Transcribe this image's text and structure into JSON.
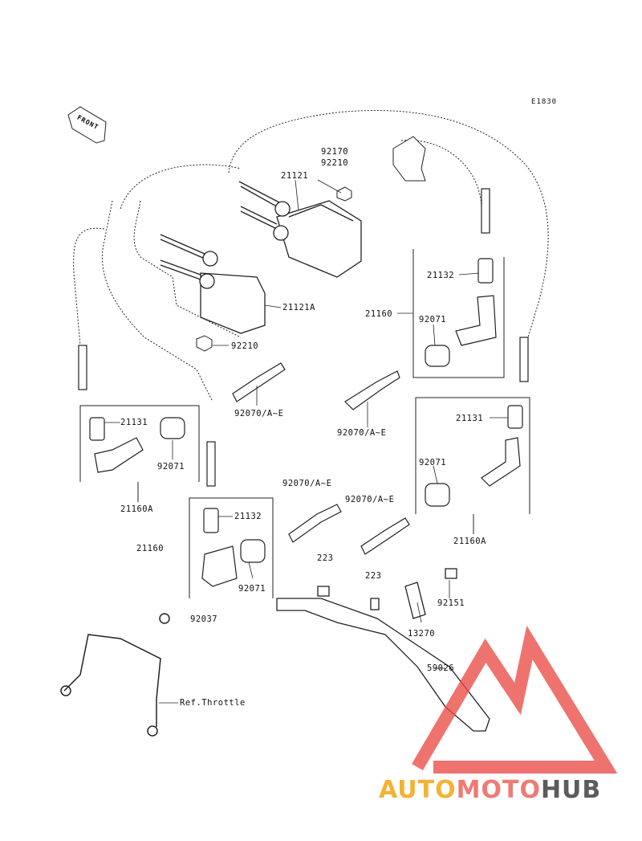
{
  "diagram_code": "E1830",
  "front_label": "FRONT",
  "parts": {
    "p92170": "92170",
    "p92210_top": "92210",
    "p21121": "21121",
    "p21132_top": "21132",
    "p21160_top": "21160",
    "p92071_top": "92071",
    "p21121A": "21121A",
    "p92210_mid": "92210",
    "p92070_left": "92070/A~E",
    "p92070_mid": "92070/A~E",
    "p21131_left": "21131",
    "p92071_left": "92071",
    "p21160A_left": "21160A",
    "p21131_right": "21131",
    "p92071_right": "92071",
    "p92070_center": "92070/A~E",
    "p92070_center2": "92070/A~E",
    "p21160A_right": "21160A",
    "p21132_left": "21132",
    "p21160_left": "21160",
    "p92071_low": "92071",
    "p223_a": "223",
    "p223_b": "223",
    "p92037": "92037",
    "p92151": "92151",
    "p13270": "13270",
    "p59026": "59026",
    "ref_throttle": "Ref.Throttle"
  },
  "watermark": {
    "part1": "AUTO",
    "part2": "MOTO",
    "part3": "HUB"
  },
  "colors": {
    "line": "#222222",
    "watermark_red": "#e94b46",
    "watermark_orange": "#f3b234",
    "watermark_gray": "#5c5c5c"
  }
}
